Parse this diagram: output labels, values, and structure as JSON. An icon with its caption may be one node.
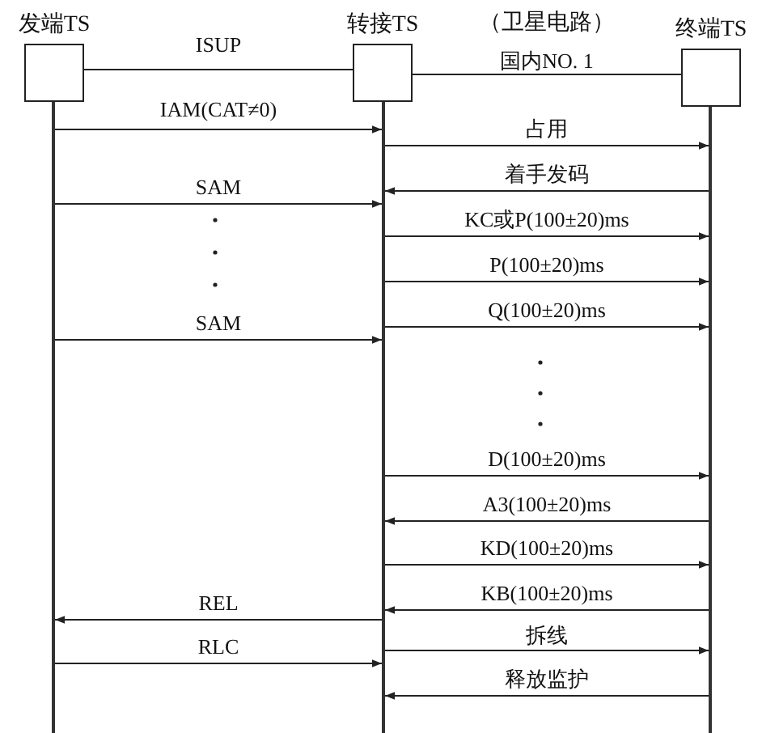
{
  "diagram": {
    "nodes": [
      {
        "text": [
          "发端TS"
        ]
      },
      {
        "text": [
          "转接TS"
        ]
      },
      {
        "text": [
          "终端TS"
        ]
      },
      {
        "text": [],
        "shape": "bar"
      },
      {
        "text": [],
        "shape": "bar"
      },
      {
        "text": [],
        "shape": "bar"
      }
    ],
    "edges": [
      {
        "from": 0,
        "to": 1,
        "arrow": "none",
        "label": "ISUP"
      },
      {
        "from": 1,
        "to": 2,
        "arrow": "none",
        "label": "国内NO. 1"
      },
      {
        "from": 3,
        "to": 4,
        "arrow": "to",
        "label": "IAM(CAT≠0)"
      },
      {
        "from": 4,
        "to": 5,
        "arrow": "to",
        "label": "占用"
      },
      {
        "from": 5,
        "to": 4,
        "arrow": "to",
        "label": "着手发码"
      },
      {
        "from": 3,
        "to": 4,
        "arrow": "to",
        "label": "SAM"
      },
      {
        "from": 4,
        "to": 5,
        "arrow": "to",
        "label": "KC或P(100±20)ms"
      },
      {
        "from": 4,
        "to": 5,
        "arrow": "to",
        "label": "P(100±20)ms"
      },
      {
        "from": 4,
        "to": 5,
        "arrow": "to",
        "label": "Q(100±20)ms"
      },
      {
        "from": 3,
        "to": 4,
        "arrow": "to",
        "label": "SAM"
      },
      {
        "from": 4,
        "to": 5,
        "arrow": "to",
        "label": "D(100±20)ms"
      },
      {
        "from": 5,
        "to": 4,
        "arrow": "to",
        "label": "A3(100±20)ms"
      },
      {
        "from": 4,
        "to": 5,
        "arrow": "to",
        "label": "KD(100±20)ms"
      },
      {
        "from": 5,
        "to": 4,
        "arrow": "to",
        "label": "KB(100±20)ms"
      },
      {
        "from": 4,
        "to": 3,
        "arrow": "to",
        "label": "REL"
      },
      {
        "from": 4,
        "to": 5,
        "arrow": "to",
        "label": "拆线"
      },
      {
        "from": 3,
        "to": 4,
        "arrow": "to",
        "label": "RLC"
      },
      {
        "from": 5,
        "to": 4,
        "arrow": "to",
        "label": "释放监护"
      }
    ],
    "labels": [
      "（卫星电路）"
    ]
  }
}
